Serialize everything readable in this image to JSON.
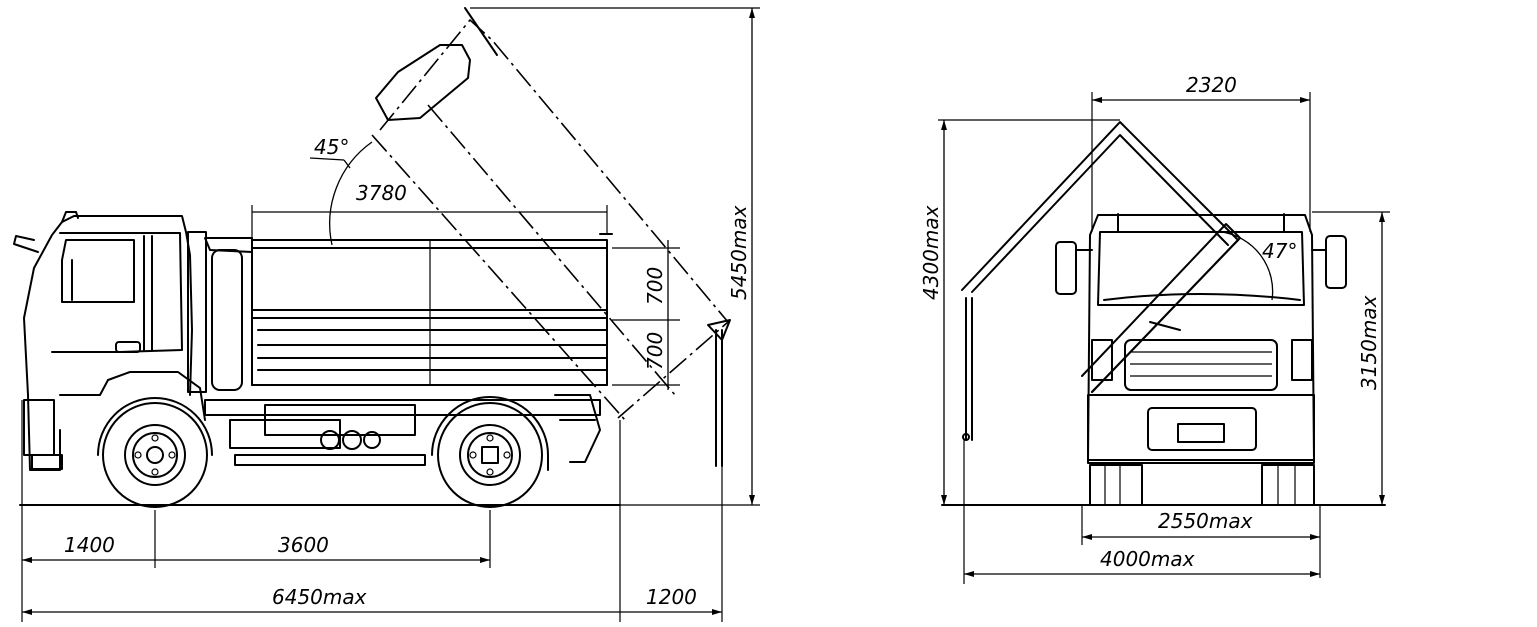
{
  "side_view": {
    "front_overhang": "1400",
    "wheelbase": "3600",
    "overall_length": "6450max",
    "rear_overhang": "1200",
    "body_length": "3780",
    "side_height_upper": "700",
    "side_height_lower": "700",
    "max_height_raised": "5450max",
    "tipping_angle": "45°"
  },
  "rear_view": {
    "body_width": "2320",
    "overall_width": "2550max",
    "max_width_raised": "4000max",
    "max_height_raised": "4300max",
    "overall_height": "3150max",
    "tipping_angle": "47°"
  }
}
